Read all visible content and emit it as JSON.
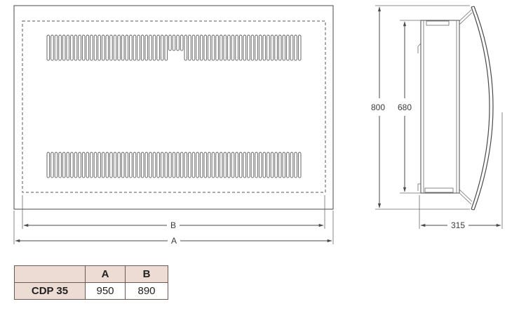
{
  "dimensions": {
    "front_width_outer": "A",
    "front_width_inner": "B",
    "height_total": "800",
    "height_inner": "680",
    "depth": "315"
  },
  "table": {
    "headers": [
      "A",
      "B"
    ],
    "rows": [
      {
        "model": "CDP 35",
        "a": "950",
        "b": "890"
      }
    ]
  }
}
